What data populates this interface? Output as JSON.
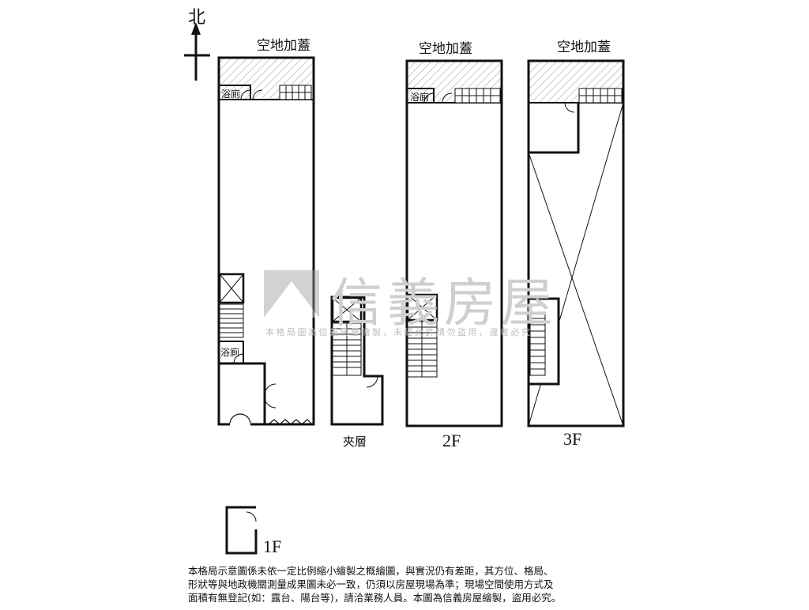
{
  "compass": {
    "label": "北"
  },
  "plans": {
    "first_floor": {
      "addon_label": "空地加蓋",
      "bath_top": "浴廁",
      "bath_mid": "浴廁"
    },
    "mezzanine": {
      "label": "夾層"
    },
    "second_floor": {
      "addon_label": "空地加蓋",
      "bath": "浴廁",
      "label": "2F"
    },
    "third_floor": {
      "addon_label": "空地加蓋",
      "label": "3F"
    },
    "first_floor_key": {
      "label": "1F"
    }
  },
  "watermark": {
    "brand": "信義房屋",
    "line": "本格局圖為信義房屋繪製，未經允許請勿盜用，違者必究"
  },
  "disclaimer": {
    "lines": [
      "本格局示意圖係未依一定比例縮小繪製之概繪圖，與實況仍有差距，其方位、格局、",
      "形狀等與地政機關測量成果圖未必一致，仍須以房屋現場為準；現場空間使用方式及",
      "面積有無登記(如：露台、陽台等)，請洽業務人員。本圖為信義房屋繪製，盜用必究。"
    ]
  }
}
